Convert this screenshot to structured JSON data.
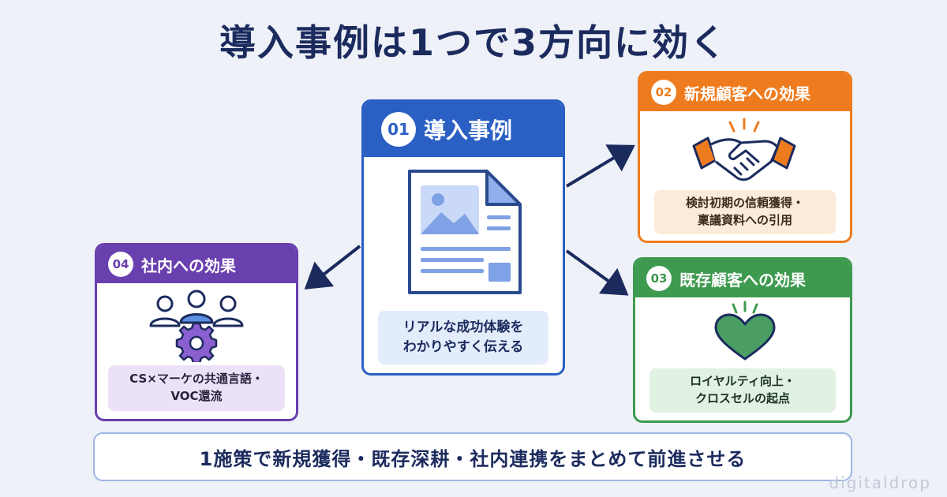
{
  "title": "導入事例は1つで3方向に効く",
  "center": {
    "num": "01",
    "label": "導入事例",
    "note_line1": "リアルな成功体験を",
    "note_line2": "わかりやすく伝える",
    "icon": "document-icon",
    "color": "#2a5fc4"
  },
  "new_customers": {
    "num": "02",
    "label": "新規顧客への効果",
    "note_line1": "検討初期の信頼獲得・",
    "note_line2": "稟議資料への引用",
    "icon": "handshake-icon",
    "color": "#ee7c1e"
  },
  "existing_customers": {
    "num": "03",
    "label": "既存顧客への効果",
    "note_line1": "ロイヤルティ向上・",
    "note_line2": "クロスセルの起点",
    "icon": "heart-icon",
    "color": "#3d9a4f"
  },
  "internal": {
    "num": "04",
    "label": "社内への効果",
    "note_line1": "CS×マーケの共通言語・",
    "note_line2": "VOC還流",
    "icon": "team-gear-icon",
    "color": "#6a3fae"
  },
  "footer": "1施策で新規獲得・既存深耕・社内連携をまとめて前進させる",
  "watermark": "digitaldrop"
}
